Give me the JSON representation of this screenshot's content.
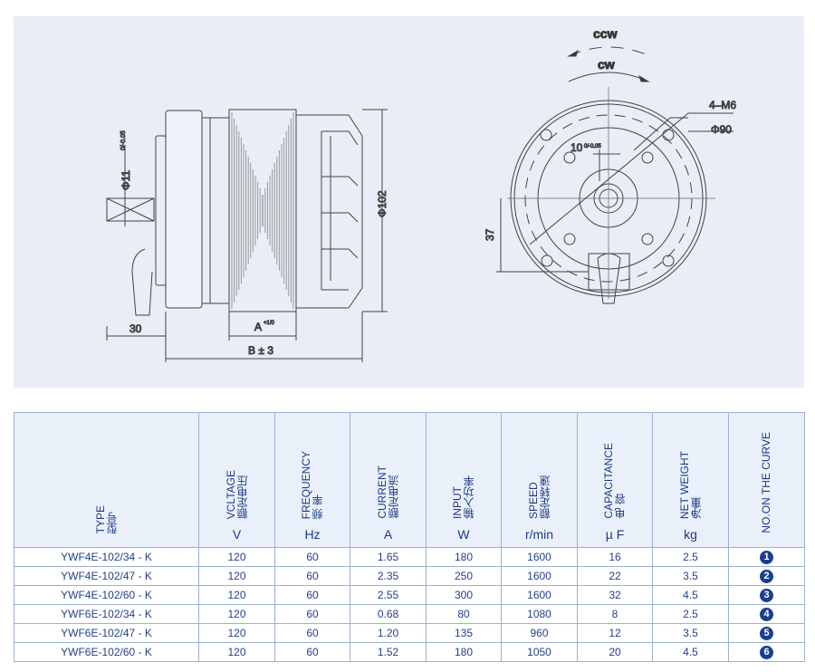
{
  "drawing": {
    "dim_shaft": "Φ11",
    "dim_shaft_tol": "0/-0.05",
    "dim_dia": "Φ102",
    "dim_30": "30",
    "dim_A": "A",
    "dim_A_tol": "+1/0",
    "dim_B": "B ± 3",
    "ccw": "ccw",
    "cw": "cw",
    "holes": "4–M6",
    "dim_90": "Φ90",
    "dim_10": "10",
    "dim_10_tol": "0/-0.05",
    "dim_37": "37"
  },
  "table": {
    "headers": [
      {
        "en": "TYPE",
        "zh": "型号",
        "unit": ""
      },
      {
        "en": "VCLTAGE",
        "zh": "额定电压",
        "unit": "V"
      },
      {
        "en": "FREQUENCY",
        "zh": "频 率",
        "unit": "Hz"
      },
      {
        "en": "CURRENT",
        "zh": "额定电流",
        "unit": "A"
      },
      {
        "en": "INPUT",
        "zh": "输入功率",
        "unit": "W"
      },
      {
        "en": "SPEED",
        "zh": "额定转速",
        "unit": "r/min"
      },
      {
        "en": "CAPACITANCE",
        "zh": "电 容",
        "unit": "µ F"
      },
      {
        "en": "NET WEIGHT",
        "zh": "净重",
        "unit": "kg"
      },
      {
        "en": "NO.ON THE CURVE",
        "zh": "",
        "unit": ""
      }
    ],
    "rows": [
      [
        "YWF4E-102/34 - K",
        "120",
        "60",
        "1.65",
        "180",
        "1600",
        "16",
        "2.5",
        "1"
      ],
      [
        "YWF4E-102/47 - K",
        "120",
        "60",
        "2.35",
        "250",
        "1600",
        "22",
        "3.5",
        "2"
      ],
      [
        "YWF4E-102/60 - K",
        "120",
        "60",
        "2.55",
        "300",
        "1600",
        "32",
        "4.5",
        "3"
      ],
      [
        "YWF6E-102/34 - K",
        "120",
        "60",
        "0.68",
        "80",
        "1080",
        "8",
        "2.5",
        "4"
      ],
      [
        "YWF6E-102/47 - K",
        "120",
        "60",
        "1.20",
        "135",
        "960",
        "12",
        "3.5",
        "5"
      ],
      [
        "YWF6E-102/60 - K",
        "120",
        "60",
        "1.52",
        "180",
        "1050",
        "20",
        "4.5",
        "6"
      ]
    ]
  },
  "colors": {
    "text": "#1a3a86",
    "badge": "#1b3f8f",
    "panel": "#e8edf6"
  }
}
